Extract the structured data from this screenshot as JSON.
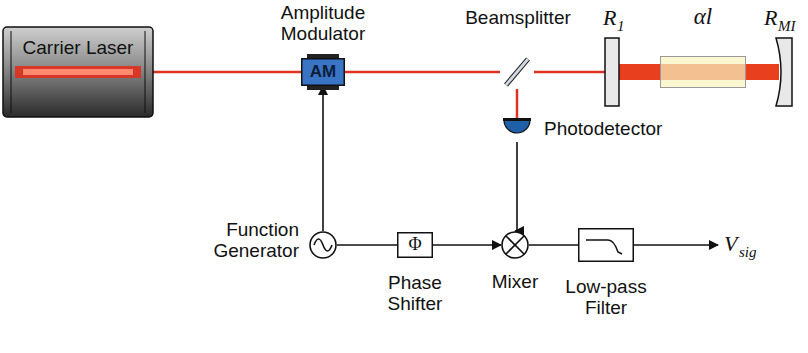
{
  "diagram": {
    "nodes": [
      {
        "text": [
          "Carrier Laser"
        ]
      },
      {
        "text": [
          "Amplitude Modulator",
          "AM"
        ]
      },
      {
        "text": [
          "Beamsplitter"
        ]
      },
      {
        "text": [
          "αl"
        ]
      },
      {
        "text": [
          "Photodetector"
        ]
      },
      {
        "text": [
          "Function Generator"
        ]
      },
      {
        "text": [
          "Φ",
          "Phase Shifter"
        ]
      },
      {
        "text": [
          "Mixer"
        ]
      },
      {
        "text": [
          "Low-pass Filter"
        ]
      }
    ],
    "edges": [
      {
        "from": 0,
        "to": 1,
        "arrow": "none"
      },
      {
        "from": 1,
        "to": 2,
        "arrow": "none"
      },
      {
        "from": 2,
        "to": 4,
        "arrow": "none"
      },
      {
        "from": 5,
        "to": 1,
        "arrow": "to"
      },
      {
        "from": 5,
        "to": 6,
        "arrow": "none"
      },
      {
        "from": 6,
        "to": 7,
        "arrow": "to"
      },
      {
        "from": 4,
        "to": 7,
        "arrow": "to"
      },
      {
        "from": 7,
        "to": 8,
        "arrow": "none"
      }
    ],
    "labels": [
      "R",
      "1",
      "R",
      "MI",
      "V",
      "sig"
    ]
  }
}
